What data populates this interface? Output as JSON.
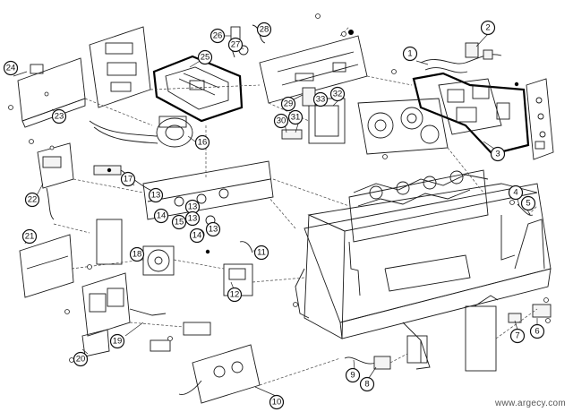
{
  "diagram": {
    "watermark": "www.argecy.com",
    "callouts": [
      "1",
      "2",
      "3",
      "4",
      "5",
      "6",
      "7",
      "8",
      "9",
      "10",
      "11",
      "12",
      "13",
      "13",
      "13",
      "13",
      "14",
      "14",
      "15",
      "16",
      "17",
      "18",
      "19",
      "20",
      "21",
      "22",
      "23",
      "24",
      "25",
      "26",
      "27",
      "28",
      "29",
      "30",
      "31",
      "32",
      "33"
    ]
  }
}
